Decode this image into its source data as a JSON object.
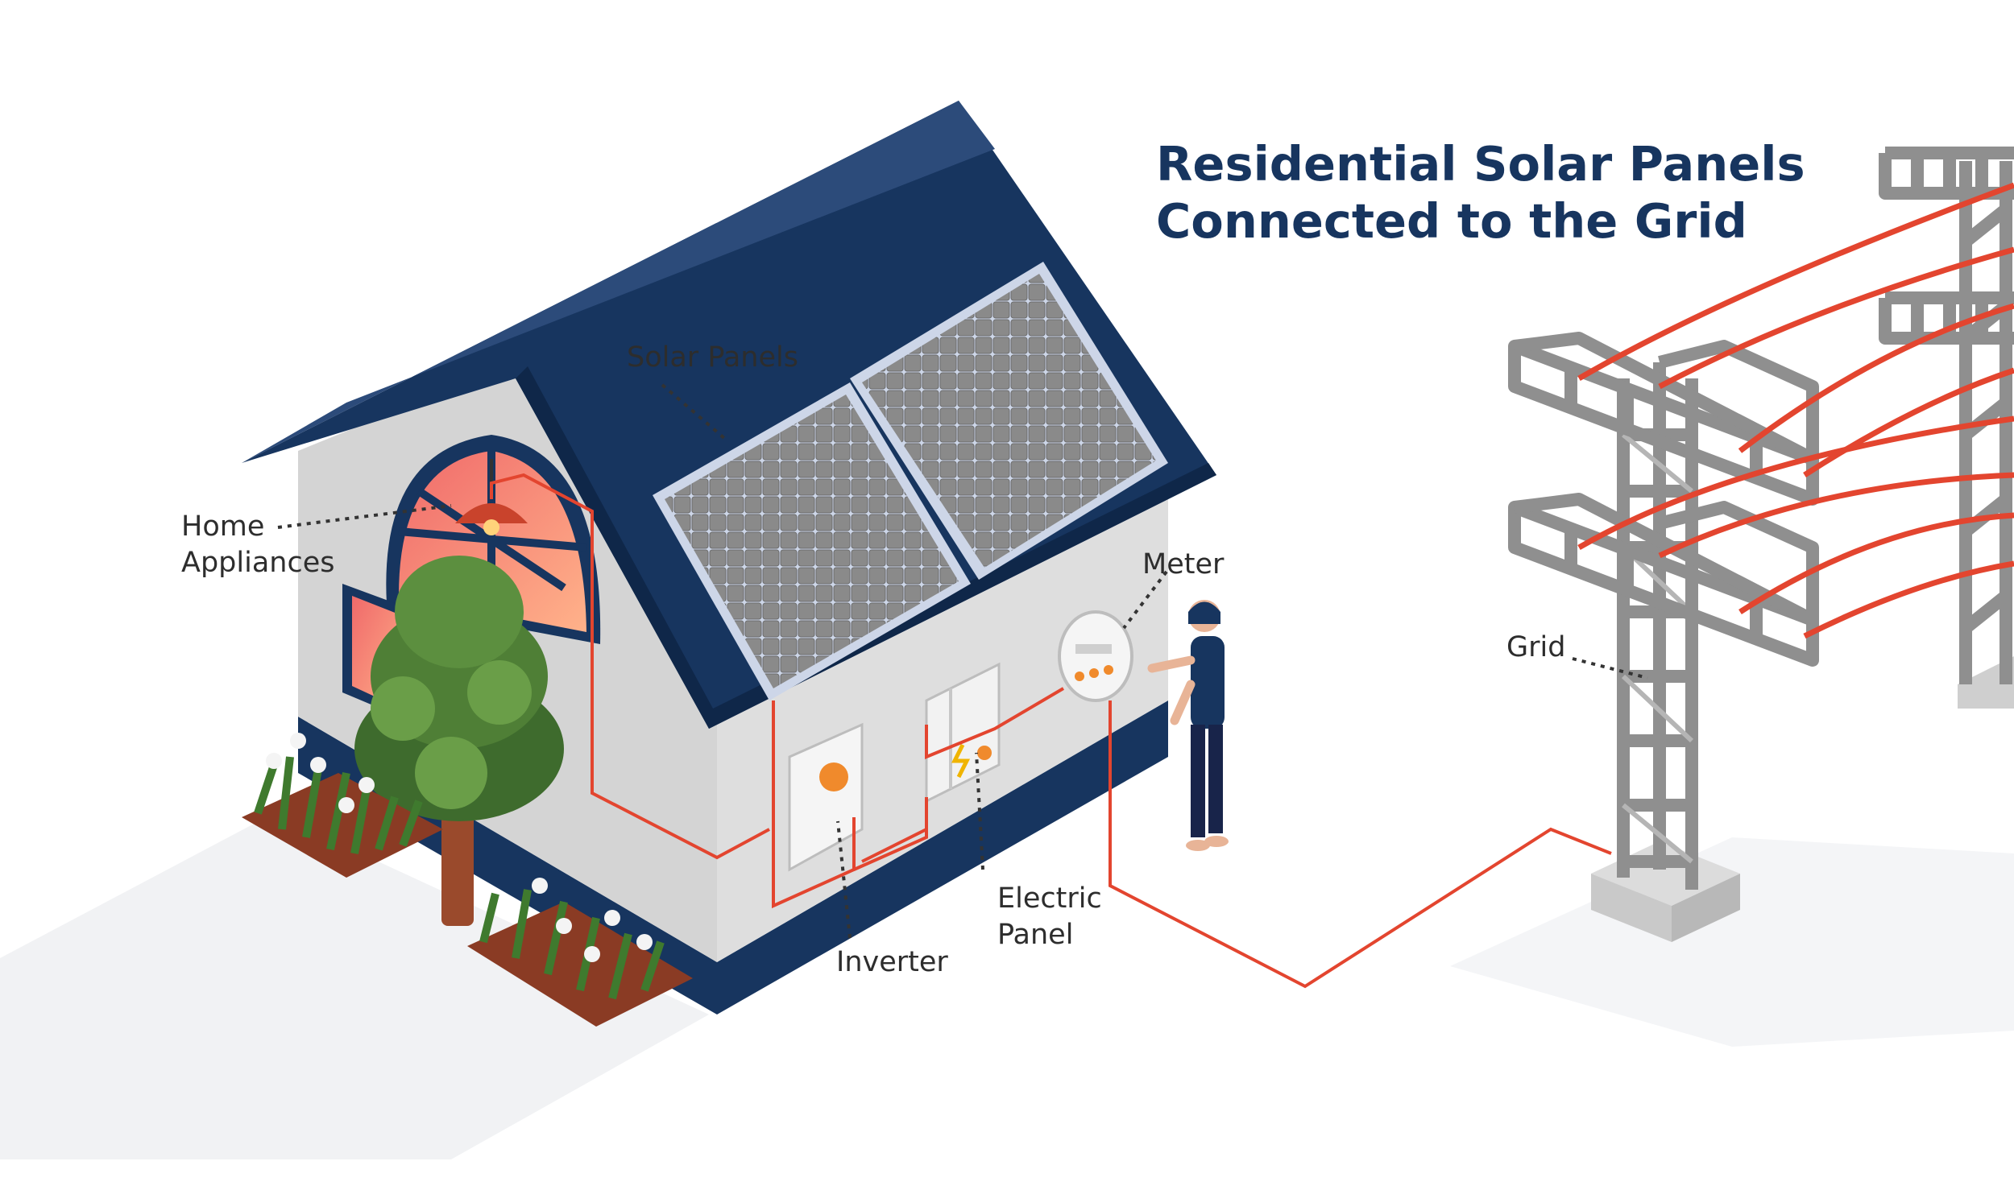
{
  "title": {
    "line1": "Residential Solar Panels",
    "line2": "Connected to the Grid"
  },
  "labels": {
    "solar_panels": "Solar Panels",
    "home_appliances_line1": "Home",
    "home_appliances_line2": "Appliances",
    "meter": "Meter",
    "grid": "Grid",
    "electric_panel_line1": "Electric",
    "electric_panel_line2": "Panel",
    "inverter": "Inverter"
  },
  "colors": {
    "roof": "#17355f",
    "wall": "#d6d6d6",
    "base": "#17355f",
    "wire": "#e3452f",
    "title": "#17355f",
    "label": "#2d2d2d"
  }
}
